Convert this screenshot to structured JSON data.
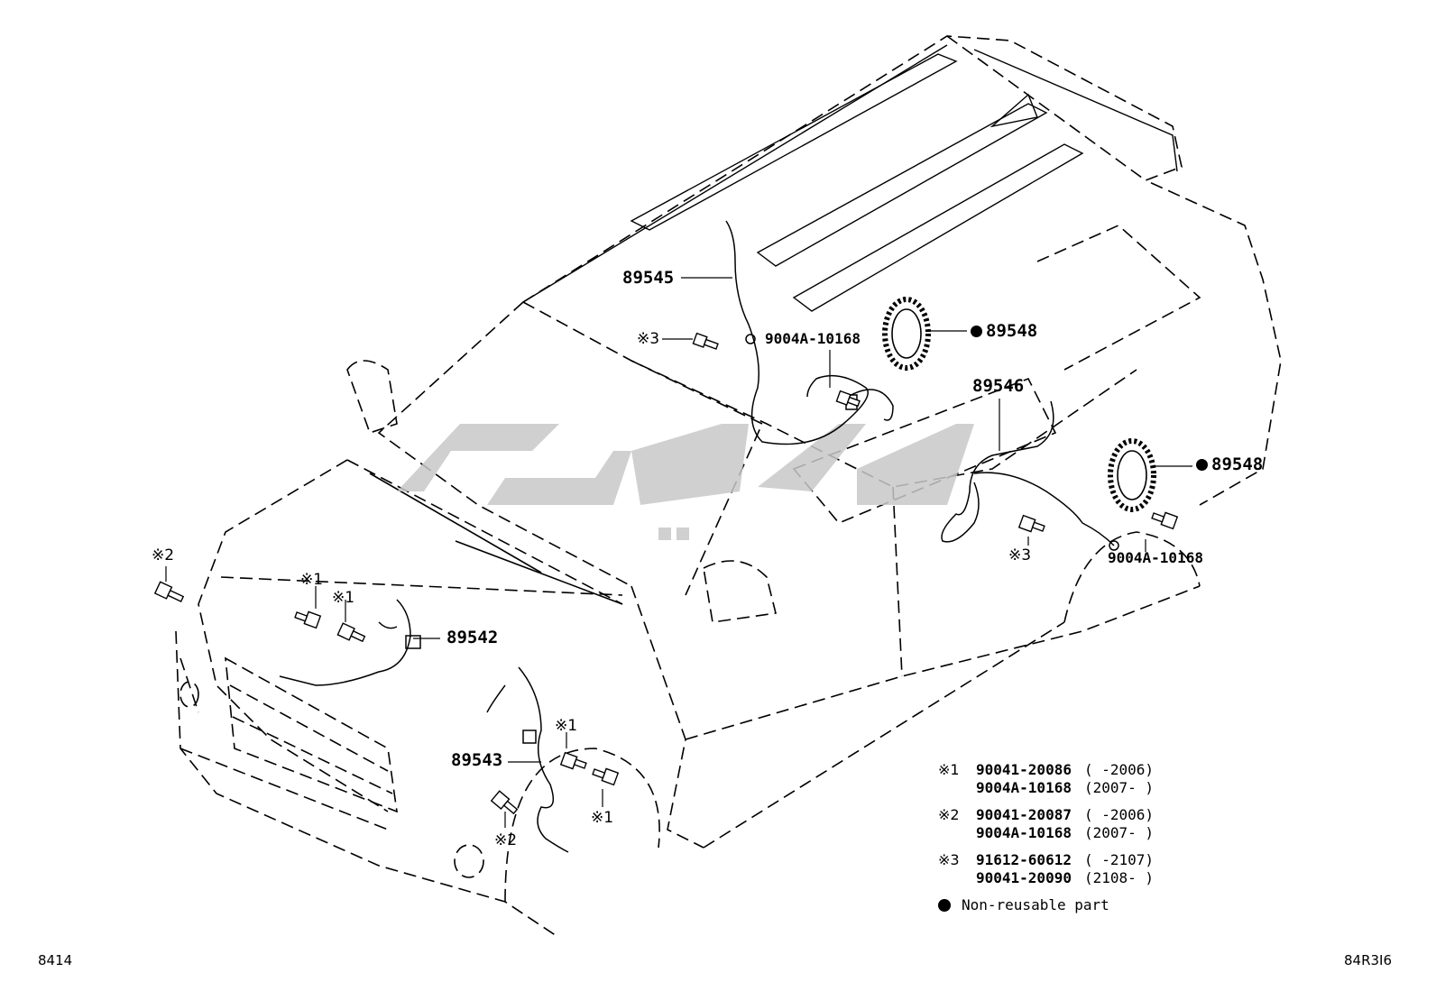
{
  "parts": {
    "p89545": "89545",
    "p89548_top": "89548",
    "p89548_right": "89548",
    "p89546": "89546",
    "p89542": "89542",
    "p89543": "89543",
    "bolt_top": "9004A-10168",
    "bolt_right": "9004A-10168"
  },
  "markers": {
    "m3_top": "※3",
    "m3_mid": "※3",
    "m2_left": "※2",
    "m1_a": "※1",
    "m1_b": "※1",
    "m1_c": "※1",
    "m1_d": "※1",
    "m2_bottom": "※2"
  },
  "watermark": "تویوتی",
  "legend": {
    "rows": [
      {
        "key": "※1",
        "part": "90041-20086",
        "range": "(     -2006)"
      },
      {
        "key": "",
        "part": "9004A-10168",
        "range": "(2007-     )"
      },
      {
        "key": "※2",
        "part": "90041-20087",
        "range": "(     -2006)"
      },
      {
        "key": "",
        "part": "9004A-10168",
        "range": "(2007-     )"
      },
      {
        "key": "※3",
        "part": "91612-60612",
        "range": "(     -2107)"
      },
      {
        "key": "",
        "part": "90041-20090",
        "range": "(2108-     )"
      }
    ],
    "note": "Non-reusable part"
  },
  "footer": {
    "left_code": "8414",
    "right_code": "84R3I6"
  }
}
